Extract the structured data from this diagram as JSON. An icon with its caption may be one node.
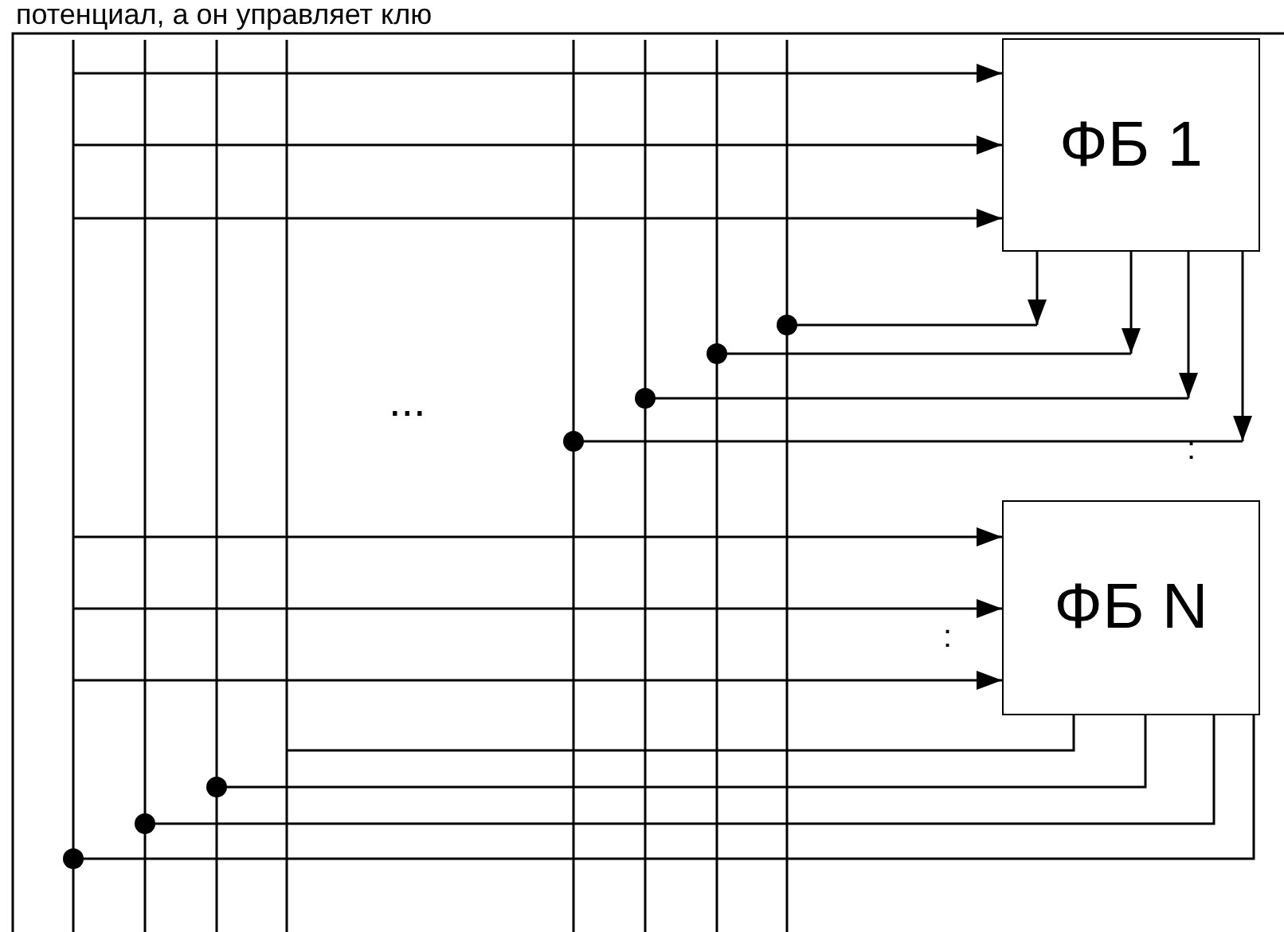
{
  "diagram": {
    "nodes": [
      {
        "text": [
          "ФБ 1"
        ]
      },
      {
        "text": [
          "ФБ N"
        ]
      }
    ],
    "edges": [
      {
        "from": null,
        "to": 0,
        "arrow": "to"
      },
      {
        "from": null,
        "to": 0,
        "arrow": "to"
      },
      {
        "from": null,
        "to": 0,
        "arrow": "to"
      },
      {
        "from": 0,
        "to": null,
        "arrow": "to"
      },
      {
        "from": 0,
        "to": null,
        "arrow": "to"
      },
      {
        "from": 0,
        "to": null,
        "arrow": "to"
      },
      {
        "from": 0,
        "to": null,
        "arrow": "to"
      },
      {
        "from": null,
        "to": 1,
        "arrow": "to"
      },
      {
        "from": null,
        "to": 1,
        "arrow": "to"
      },
      {
        "from": null,
        "to": 1,
        "arrow": "to"
      },
      {
        "from": 1,
        "to": null,
        "arrow": "none"
      },
      {
        "from": 1,
        "to": null,
        "arrow": "other"
      },
      {
        "from": 1,
        "to": null,
        "arrow": "other"
      },
      {
        "from": 1,
        "to": null,
        "arrow": "other"
      }
    ],
    "labels": [
      "потенциал, а он управляет клю",
      "...",
      ":",
      ":"
    ]
  }
}
